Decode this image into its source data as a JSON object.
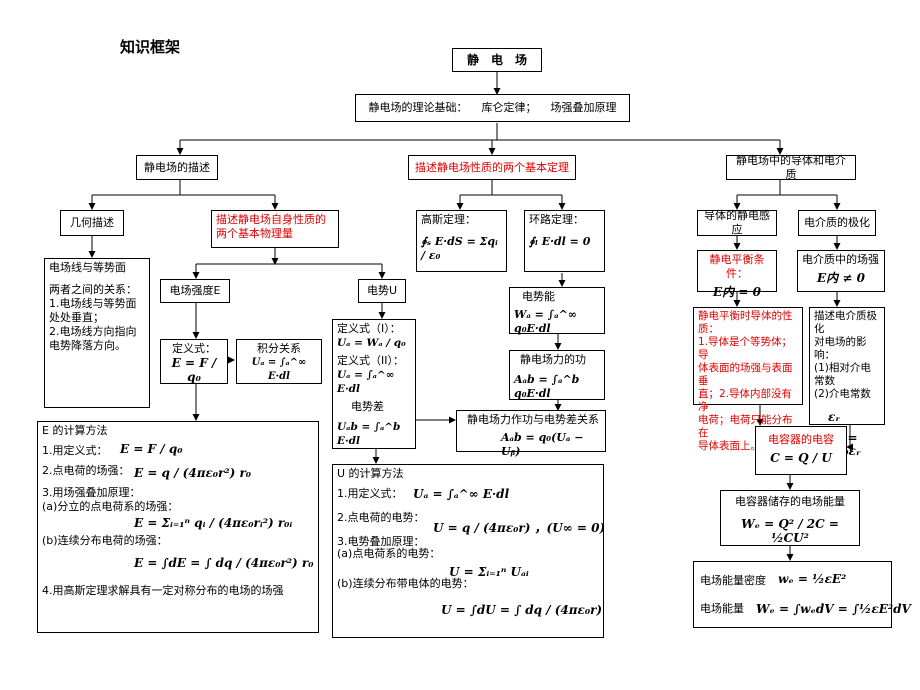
{
  "page_title": "知识框架",
  "root": "静　电　场",
  "basis": {
    "label": "静电场的理论基础：",
    "law1": "库仑定律；",
    "law2": "场强叠加原理"
  },
  "branches": {
    "describe": "静电场的描述",
    "theorems": "描述静电场性质的两个基本定理",
    "conductor": "静电场中的导体和电介质"
  },
  "geometry": {
    "title": "几何描述",
    "body": [
      "电场线与等势面",
      "",
      "两者之间的关系：",
      "1.电场线与等势面",
      "处处垂直；",
      "2.电场线方向指向",
      "电势降落方向。"
    ]
  },
  "physical": [
    "描述静电场自身性质的",
    "两个基本物理量"
  ],
  "field_strength": {
    "title": "电场强度E",
    "def_label": "定义式：",
    "def_formula": "E = F / q₀",
    "integral_label": "积分关系",
    "integral_formula": "Uₐ = ∫ₐ^∞ E·dl"
  },
  "potential": {
    "title": "电势U",
    "def1": "定义式（I）：",
    "f1": "Uₐ = Wₐ / q₀",
    "def2": "定义式（II）：",
    "f2": "Uₐ = ∫ₐ^∞ E·dl",
    "diff_label": "电势差",
    "f3": "Uₐb = ∫ₐ^b E·dl"
  },
  "gauss": {
    "title": "高斯定理：",
    "formula": "∮ₛ E·dS = Σqᵢ / ε₀"
  },
  "loop": {
    "title": "环路定理：",
    "formula": "∮ₗ E·dl = 0"
  },
  "pot_energy": {
    "title": "电势能",
    "formula": "Wₐ = ∫ₐ^∞ q₀E·dl"
  },
  "work": {
    "title": "静电场力的功",
    "formula": "Aₐb = ∫ₐ^b q₀E·dl"
  },
  "work_relation": {
    "title": "静电场力作功与电势差关系",
    "formula": "Aₐb = q₀(Uₐ − Uᵦ)"
  },
  "e_calc": {
    "title": "E 的计算方法",
    "l1": "1.用定义式：",
    "f1": "E = F / q₀",
    "l2": "2.点电荷的场强：",
    "f2": "E = q / (4πε₀r²) r₀",
    "l3": "3.用场强叠加原理：",
    "l3a": "(a)分立的点电荷系的场强：",
    "f3": "E = Σᵢ₌₁ⁿ qᵢ / (4πε₀rᵢ²) r₀ᵢ",
    "l3b": "(b)连续分布电荷的场强：",
    "f4": "E = ∫dE = ∫ dq / (4πε₀r²) r₀",
    "l4": "4.用高斯定理求解具有一定对称分布的电场的场强"
  },
  "u_calc": {
    "title": "U 的计算方法",
    "l1": "1.用定义式：",
    "f1": "Uₐ = ∫ₐ^∞ E·dl",
    "l2": "2.点电荷的电势：",
    "f2": "U = q / (4πε₀r) ，(U∞ = 0)",
    "l3": "3.电势叠加原理：",
    "l3a": "(a)点电荷系的电势：",
    "f3": "U = Σᵢ₌₁ⁿ Uₐᵢ",
    "l3b": "(b)连续分布带电体的电势：",
    "f4": "U = ∫dU = ∫ dq / (4πε₀r)"
  },
  "induction": {
    "title": "导体的静电感应",
    "cond_label": "静电平衡条件：",
    "cond_formula": "E内 = 0"
  },
  "polarization": {
    "title": "电介质的极化",
    "inner_label": "电介质中的场强",
    "inner_formula": "E内 ≠ 0"
  },
  "equilibrium": [
    "静电平衡时导体的性质：",
    "1.导体是个等势体；导",
    "体表面的场强与表面垂",
    "直；2.导体内部没有净",
    "电荷；电荷只能分布在",
    "导体表面上。"
  ],
  "dielectric": {
    "lines": [
      "描述电介质极化",
      "对电场的影响：",
      "(1)相对介电常数",
      "(2)介电常数"
    ],
    "f1": "εᵣ",
    "f2": "ε = ε₀εᵣ"
  },
  "capacitance": {
    "title": "电容器的电容",
    "formula": "C = Q / U"
  },
  "cap_energy": {
    "title": "电容器储存的电场能量",
    "formula": "Wₑ = Q² / 2C = ½CU²"
  },
  "field_energy": {
    "density_label": "电场能量密度",
    "density_formula": "wₑ = ½εE²",
    "energy_label": "电场能量",
    "energy_formula": "Wₑ = ∫wₑdV = ∫½εE²dV"
  }
}
